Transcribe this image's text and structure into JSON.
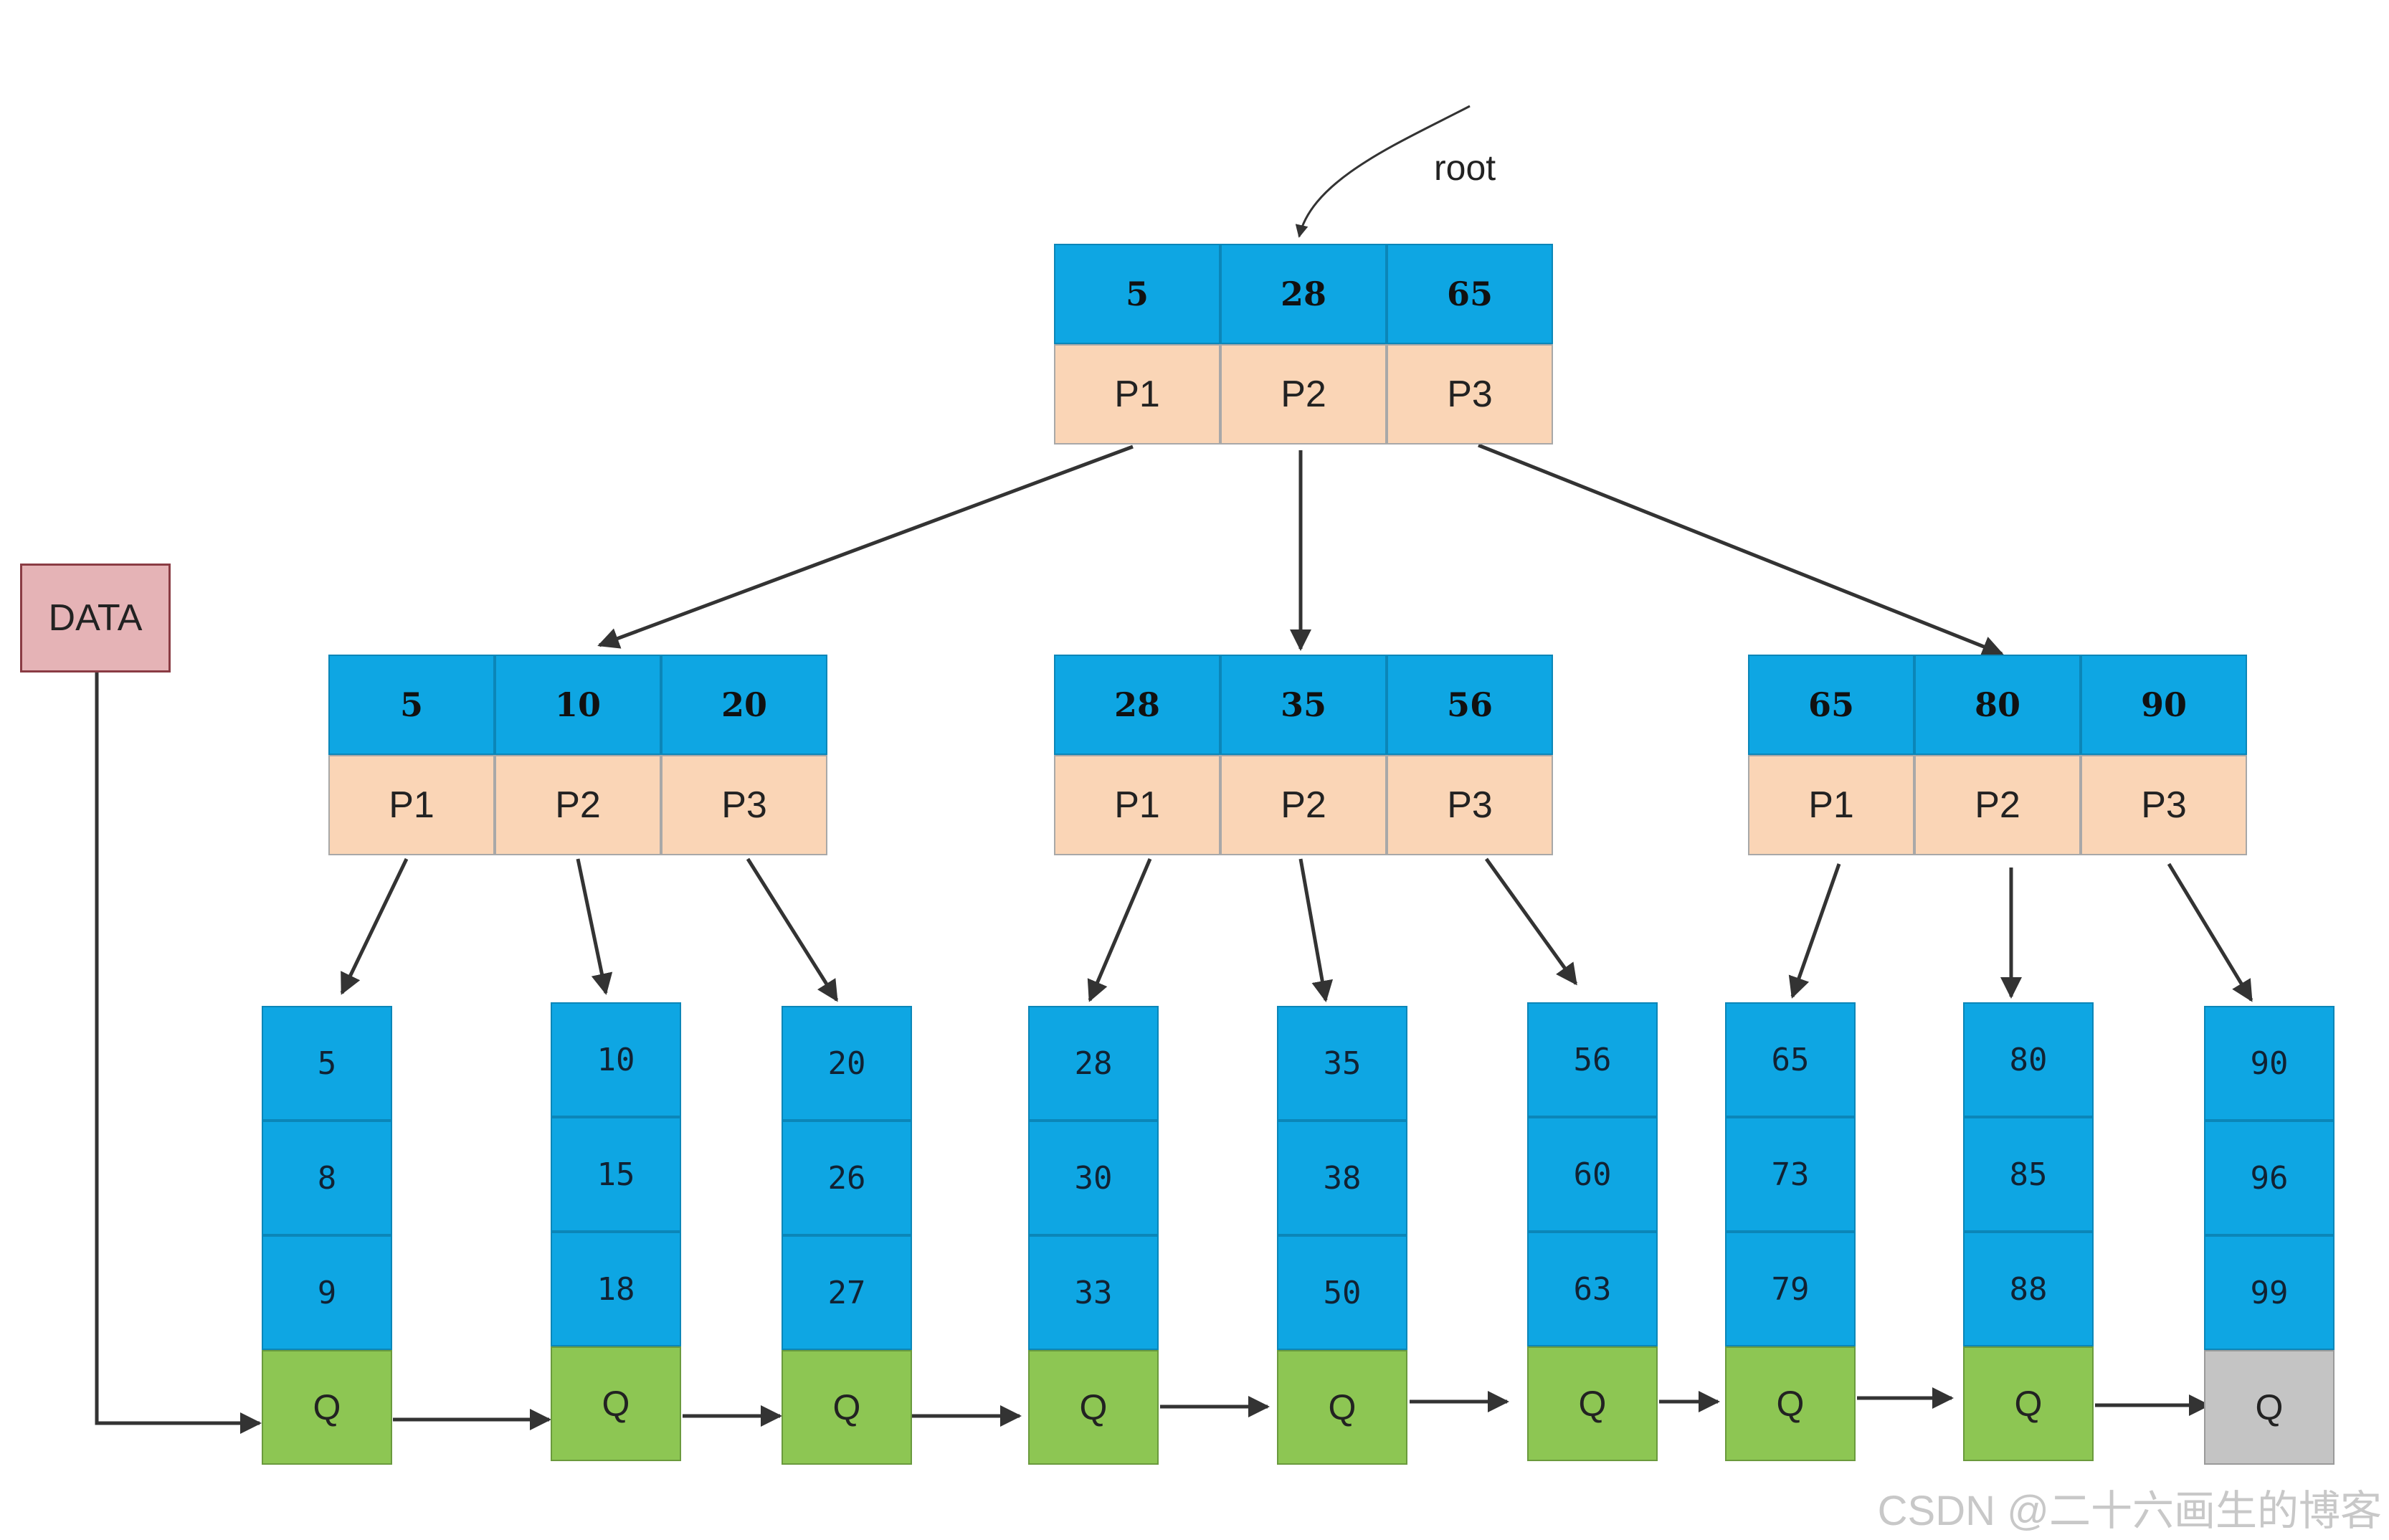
{
  "root_label": "root",
  "data_label": "DATA",
  "watermark": "CSDN @二十六画生的博客",
  "colors": {
    "key_cell": "#0ea6e3",
    "pointer_cell": "#fad5b6",
    "leaf_link_cell": "#8dc653",
    "last_link_cell": "#c4c4c4",
    "data_box": "#e5b3b6"
  },
  "root": {
    "keys": [
      "5",
      "28",
      "65"
    ],
    "pointers": [
      "P1",
      "P2",
      "P3"
    ]
  },
  "internal": [
    {
      "keys": [
        "5",
        "10",
        "20"
      ],
      "pointers": [
        "P1",
        "P2",
        "P3"
      ]
    },
    {
      "keys": [
        "28",
        "35",
        "56"
      ],
      "pointers": [
        "P1",
        "P2",
        "P3"
      ]
    },
    {
      "keys": [
        "65",
        "80",
        "90"
      ],
      "pointers": [
        "P1",
        "P2",
        "P3"
      ]
    }
  ],
  "leaves": [
    {
      "values": [
        "5",
        "8",
        "9"
      ],
      "link": "Q"
    },
    {
      "values": [
        "10",
        "15",
        "18"
      ],
      "link": "Q"
    },
    {
      "values": [
        "20",
        "26",
        "27"
      ],
      "link": "Q"
    },
    {
      "values": [
        "28",
        "30",
        "33"
      ],
      "link": "Q"
    },
    {
      "values": [
        "35",
        "38",
        "50"
      ],
      "link": "Q"
    },
    {
      "values": [
        "56",
        "60",
        "63"
      ],
      "link": "Q"
    },
    {
      "values": [
        "65",
        "73",
        "79"
      ],
      "link": "Q"
    },
    {
      "values": [
        "80",
        "85",
        "88"
      ],
      "link": "Q"
    },
    {
      "values": [
        "90",
        "96",
        "99"
      ],
      "link": "Q"
    }
  ]
}
